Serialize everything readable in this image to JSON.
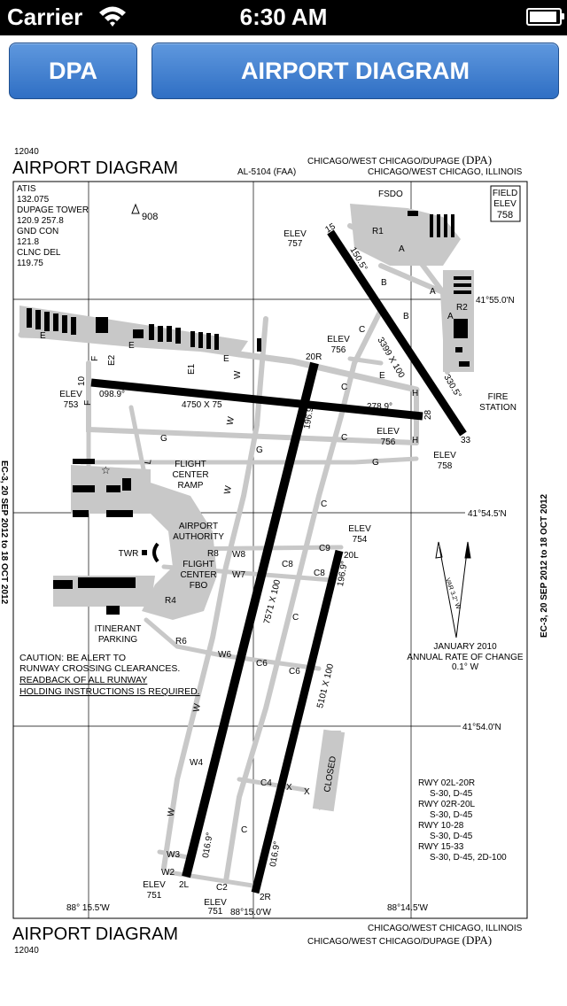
{
  "status_bar": {
    "carrier": "Carrier",
    "time": "6:30 AM",
    "battery_level": 0.95
  },
  "toolbar": {
    "left_button": "DPA",
    "right_button": "AIRPORT DIAGRAM"
  },
  "diagram": {
    "chart_number_top": "12040",
    "title_top": "AIRPORT DIAGRAM",
    "al_code": "AL-5104 (FAA)",
    "city_top_1": "CHICAGO/WEST CHICAGO/DUPAGE",
    "city_top_1_id": "(DPA)",
    "city_top_2": "CHICAGO/WEST CHICAGO, ILLINOIS",
    "freqs": [
      "ATIS",
      "132.075",
      "DUPAGE TOWER",
      "120.9  257.8",
      "GND CON",
      "121.8",
      "CLNC DEL",
      "119.75"
    ],
    "field_elev": [
      "FIELD",
      "ELEV",
      "758"
    ],
    "obstacle": "908",
    "fsdo": "FSDO",
    "latitudes": [
      "41°55.0'N",
      "41°54.5'N",
      "41°54.0'N"
    ],
    "longitudes": [
      "88° 15.5'W",
      "88°15.0'W",
      "88°14.5'W"
    ],
    "side_note": "EC-3, 20 SEP 2012 to 18 OCT 2012",
    "caution": [
      "CAUTION: BE ALERT TO",
      "RUNWAY CROSSING CLEARANCES.",
      "READBACK OF ALL RUNWAY",
      "HOLDING INSTRUCTIONS IS REQUIRED."
    ],
    "var_note": "VAR 3.2° W",
    "mag_note": [
      "JANUARY 2010",
      "ANNUAL RATE OF CHANGE",
      "0.1°  W"
    ],
    "rwy_info": [
      "RWY 02L-20R",
      "S-30, D-45",
      "RWY 02R-20L",
      "S-30, D-45",
      "RWY 10-28",
      "S-30, D-45",
      "RWY 15-33",
      "S-30, D-45, 2D-100"
    ],
    "runways": {
      "r15": "15",
      "r33": "33",
      "r10": "10",
      "r28": "28",
      "r20r": "20R",
      "r02l": "2L",
      "r20l": "20L",
      "r02r": "2R",
      "hdg_150": "150.5°",
      "hdg_330": "330.5°",
      "hdg_099": "098.9°",
      "hdg_279": "278.9°",
      "hdg_197a": "196.9°",
      "hdg_017a": "016.9°",
      "hdg_197b": "196.9°",
      "hdg_017b": "016.9°",
      "dim_15_33": "3399 X 100",
      "dim_10_28": "4750 X 75",
      "dim_02l": "7571 X 100",
      "dim_02r": "5101 X 100"
    },
    "elevs": [
      {
        "label": "ELEV",
        "value": "757"
      },
      {
        "label": "ELEV",
        "value": "753"
      },
      {
        "label": "ELEV",
        "value": "756"
      },
      {
        "label": "ELEV",
        "value": "756"
      },
      {
        "label": "ELEV",
        "value": "758"
      },
      {
        "label": "ELEV",
        "value": "754"
      },
      {
        "label": "ELEV",
        "value": "751"
      },
      {
        "label": "ELEV",
        "value": "751"
      }
    ],
    "facilities": {
      "flight_center_ramp": [
        "FLIGHT",
        "CENTER",
        "RAMP"
      ],
      "airport_authority": [
        "AIRPORT",
        "AUTHORITY"
      ],
      "twr": "TWR",
      "fbo": [
        "FLIGHT",
        "CENTER",
        "FBO"
      ],
      "itinerant": [
        "ITINERANT",
        "PARKING"
      ],
      "fire_station": [
        "FIRE",
        "STATION"
      ],
      "closed": "CLOSED"
    },
    "taxiways": [
      "R1",
      "R2",
      "A",
      "B",
      "C",
      "E",
      "E1",
      "E2",
      "F",
      "G",
      "H",
      "L",
      "W",
      "W2",
      "W3",
      "W4",
      "W6",
      "W7",
      "W8",
      "R4",
      "R6",
      "R8",
      "C2",
      "C4",
      "C6",
      "C8",
      "C9",
      "X"
    ],
    "title_bottom": "AIRPORT DIAGRAM",
    "chart_number_bottom": "12040",
    "city_bottom_1": "CHICAGO/WEST CHICAGO, ILLINOIS",
    "city_bottom_2": "CHICAGO/WEST CHICAGO/DUPAGE",
    "city_bottom_2_id": "(DPA)"
  }
}
